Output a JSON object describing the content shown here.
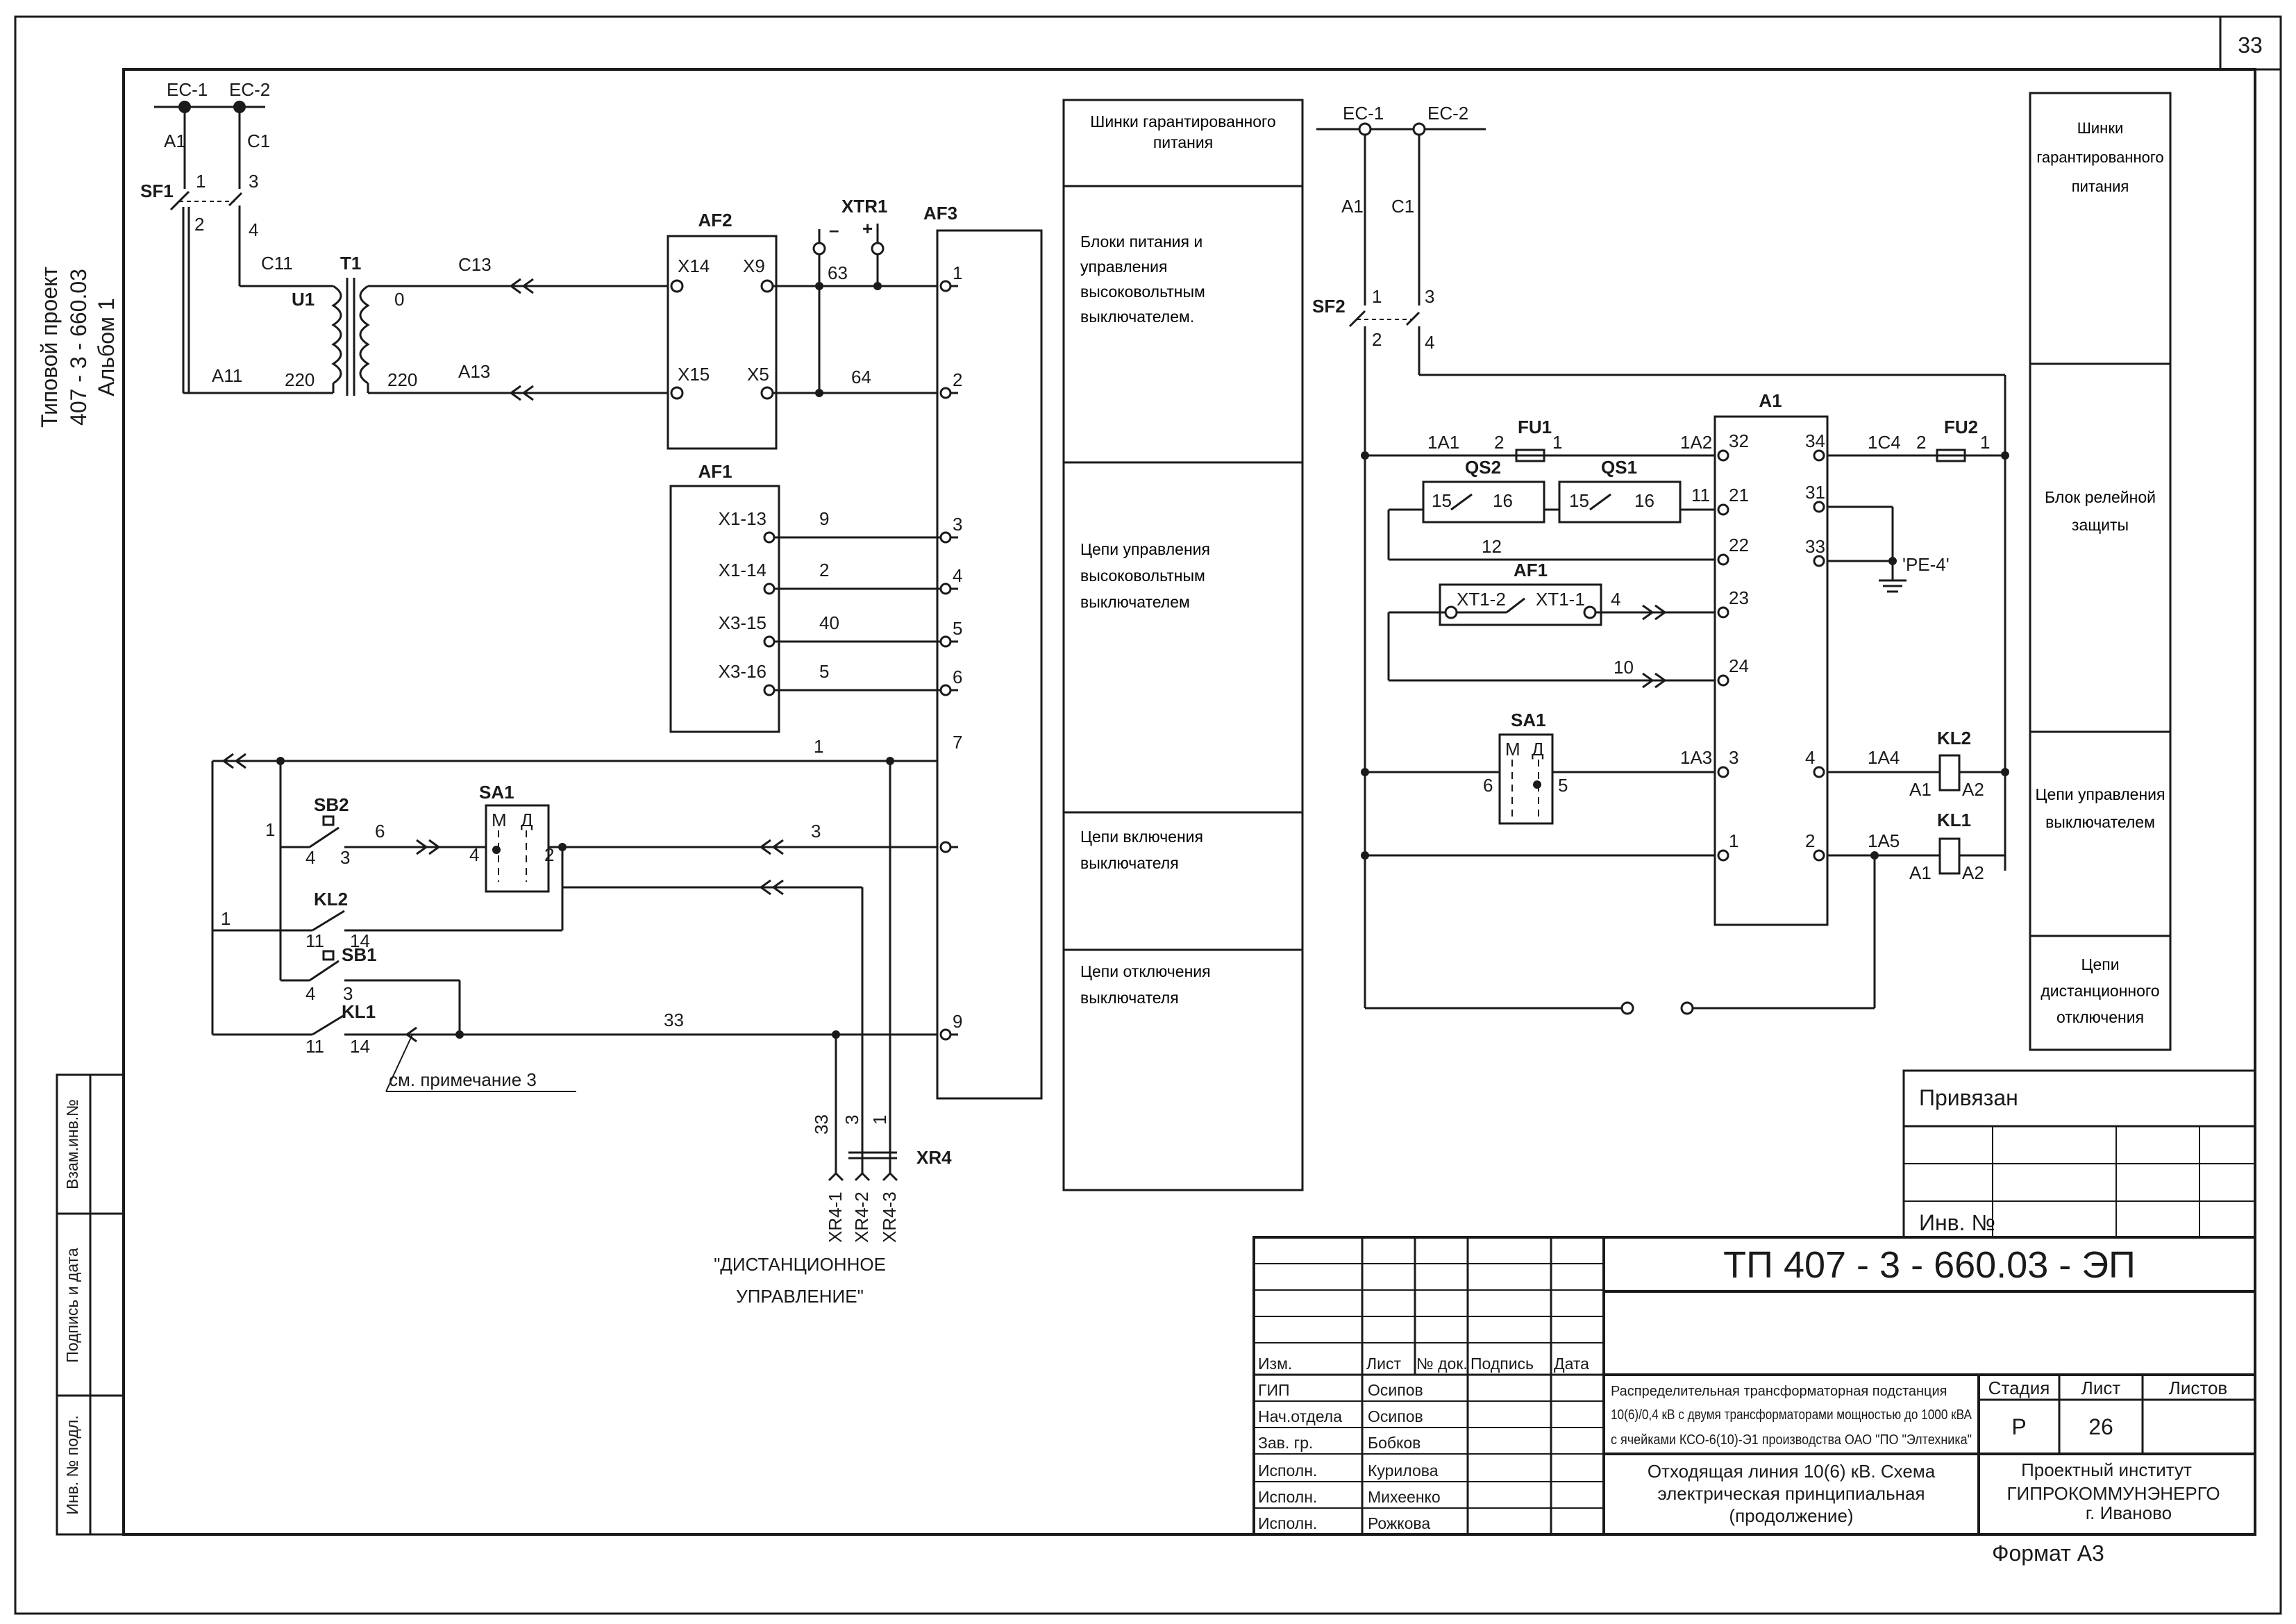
{
  "sheet": {
    "page_number": "33",
    "side_title_line1": "Типовой проект",
    "side_title_line2": "407 - 3 - 660.03",
    "side_title_line3": "Альбом  1",
    "side_stamp_1": "Взам.инв.№",
    "side_stamp_2": "Подпись и дата",
    "side_stamp_3": "Инв. № подл."
  },
  "left_diagram": {
    "bus_1": "ЕС-1",
    "bus_2": "ЕС-2",
    "wire_a1": "А1",
    "wire_c1": "С1",
    "sf1": "SF1",
    "pin_1": "1",
    "pin_2": "2",
    "pin_3": "3",
    "pin_4": "4",
    "c11": "С11",
    "a11": "А11",
    "t1": "Т1",
    "u1": "U1",
    "zero": "0",
    "v220a": "220",
    "v220b": "220",
    "c13": "С13",
    "a13": "А13",
    "af2": "AF2",
    "x14": "X14",
    "x15": "X15",
    "x9": "X9",
    "x5": "X5",
    "w63": "63",
    "w64": "64",
    "xtr1": "XTR1",
    "minus": "–",
    "plus": "+",
    "af3": "AF3",
    "af1": "AF1",
    "af1_terms": [
      "X1-13",
      "X1-14",
      "X3-15",
      "X3-16"
    ],
    "af1_wires": [
      "9",
      "2",
      "40",
      "5"
    ],
    "af3_terms": [
      "1",
      "2",
      "3",
      "4",
      "5",
      "6",
      "7",
      "9"
    ],
    "sb2": "SB2",
    "sb1": "SB1",
    "sa1": "SA1",
    "sa_m": "М",
    "sa_d": "Д",
    "kl2": "KL2",
    "kl1": "KL1",
    "w1": "1",
    "w3": "3",
    "w6": "6",
    "w33": "33",
    "c11_pin": "11",
    "c14_pin": "14",
    "note": "см. примечание 3",
    "xr4": "XR4",
    "xr4_terms": [
      "XR4-1",
      "XR4-2",
      "XR4-3"
    ],
    "xr4_wires": [
      "33",
      "3",
      "1"
    ],
    "remote_line1": "\"ДИСТАНЦИОННОЕ",
    "remote_line2": "УПРАВЛЕНИЕ\""
  },
  "left_legend": {
    "rows": [
      "Шинки гарантированного питания",
      "Блоки питания и управления высоковольтным выключателем.",
      "Цепи управления высоковольтным выключателем",
      "Цепи включения выключателя",
      "Цепи отключения выключателя"
    ]
  },
  "right_diagram": {
    "bus_1": "ЕС-1",
    "bus_2": "ЕС-2",
    "wire_a1": "А1",
    "wire_c1": "С1",
    "sf2": "SF2",
    "a1": "А1",
    "fu1": "FU1",
    "fu2": "FU2",
    "w1a1": "1А1",
    "w1a2": "1А2",
    "w1c4": "1С4",
    "w1a3": "1А3",
    "w1a4": "1А4",
    "w1a5": "1А5",
    "qs2": "QS2",
    "qs1": "QS1",
    "q15": "15",
    "q16": "16",
    "w11": "11",
    "w12": "12",
    "w10": "10",
    "w4": "4",
    "af1": "AF1",
    "xt12": "XT1-2",
    "xt11": "XT1-1",
    "pe": "'PE-4'",
    "a1_left_pins": [
      "32",
      "21",
      "22",
      "23",
      "24",
      "3",
      "1"
    ],
    "a1_right_pins": [
      "34",
      "31",
      "33",
      "4",
      "2"
    ],
    "sa1": "SA1",
    "sa_m": "М",
    "sa_d": "Д",
    "sa_6": "6",
    "sa_5": "5",
    "kl2": "KL2",
    "kl1": "KL1",
    "ka1": "А1",
    "ka2": "А2"
  },
  "right_legend": {
    "rows": [
      "Шинки гарантированного питания",
      "Блок релейной защиты",
      "Цепи управления выключателем",
      "Цепи дистанционного отключения"
    ]
  },
  "privyazan": {
    "title": "Привязан",
    "inv": "Инв. №"
  },
  "title_block": {
    "code": "ТП  407 - 3 - 660.03 - ЭП",
    "headers": [
      "Изм.",
      "Лист",
      "№ док.",
      "Подпись",
      "Дата"
    ],
    "roles": [
      "ГИП",
      "Нач.отдела",
      "Зав. гр.",
      "Исполн.",
      "Исполн.",
      "Исполн."
    ],
    "names": [
      "Осипов",
      "Осипов",
      "Бобков",
      "Курилова",
      "Михеенко",
      "Рожкова"
    ],
    "project_line1": "Распределительная трансформаторная подстанция",
    "project_line2": "10(6)/0,4 кВ с двумя трансформаторами мощностью  до 1000 кВА",
    "project_line3": "с ячейками КСО-6(10)-Э1 производства ОАО \"ПО \"Элтехника\"",
    "stage_label": "Стадия",
    "sheet_label": "Лист",
    "sheets_label": "Листов",
    "stage": "Р",
    "sheet": "26",
    "sheets": "",
    "drawing_line1": "Отходящая линия 10(6) кВ. Схема",
    "drawing_line2": "электрическая принципиальная",
    "drawing_line3": "(продолжение)",
    "org_line1": "Проектный институт",
    "org_line2": "ГИПРОКОММУНЭНЕРГО",
    "org_line3": "г. Иваново",
    "format": "Формат А3"
  }
}
